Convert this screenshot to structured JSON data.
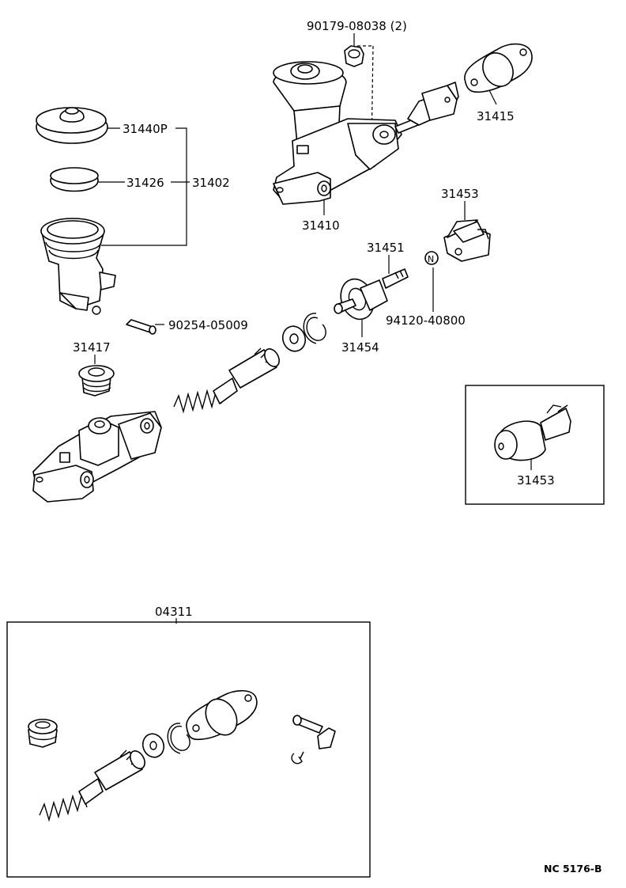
{
  "diagram": {
    "reference": "NC 5176-B",
    "parts": {
      "p_90179_08038": "90179-08038 (2)",
      "p_31415": "31415",
      "p_31440P": "31440P",
      "p_31426": "31426",
      "p_31402": "31402",
      "p_31410": "31410",
      "p_31453_top": "31453",
      "p_31451": "31451",
      "p_94120_40800": "94120-40800",
      "p_31454": "31454",
      "p_90254_05009": "90254-05009",
      "p_31417": "31417",
      "p_31453_inset": "31453",
      "p_04311": "04311"
    },
    "note_symbol": "N"
  }
}
